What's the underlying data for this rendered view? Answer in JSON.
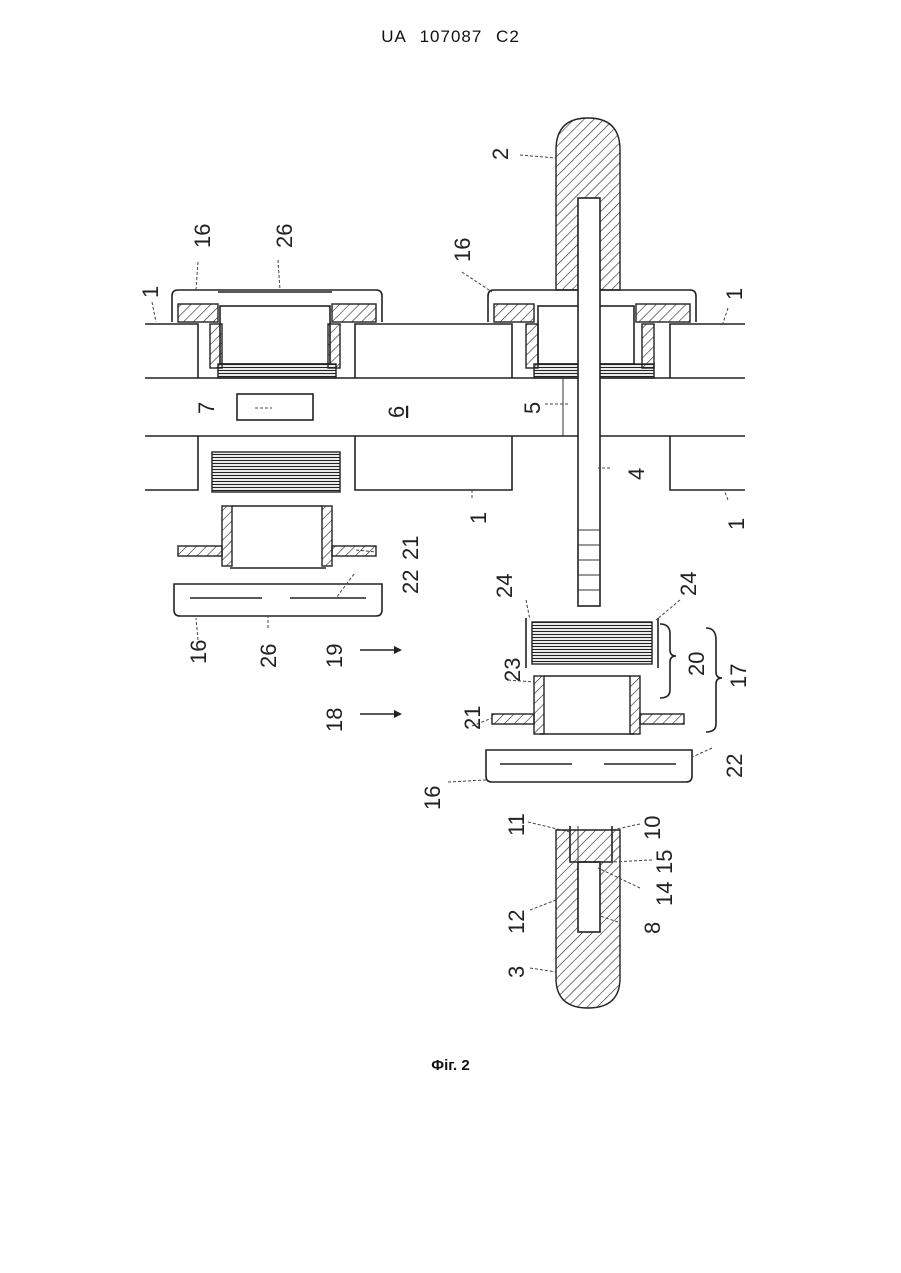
{
  "header": {
    "text": "UA   107087   C2"
  },
  "figure": {
    "caption": "Фіг. 2",
    "labels": {
      "l1a": "1",
      "l1b": "1",
      "l1c": "1",
      "l1d": "1",
      "l2": "2",
      "l3": "3",
      "l4": "4",
      "l5": "5",
      "l6": "6",
      "l7": "7",
      "l8": "8",
      "l10": "10",
      "l11": "11",
      "l12": "12",
      "l14": "14",
      "l15": "15",
      "l16a": "16",
      "l16b": "16",
      "l16c": "16",
      "l16d": "16",
      "l17": "17",
      "l18": "18",
      "l19": "19",
      "l20": "20",
      "l21a": "21",
      "l21b": "21",
      "l22a": "22",
      "l22b": "22",
      "l23": "23",
      "l24a": "24",
      "l24b": "24",
      "l26a": "26",
      "l26b": "26"
    }
  }
}
